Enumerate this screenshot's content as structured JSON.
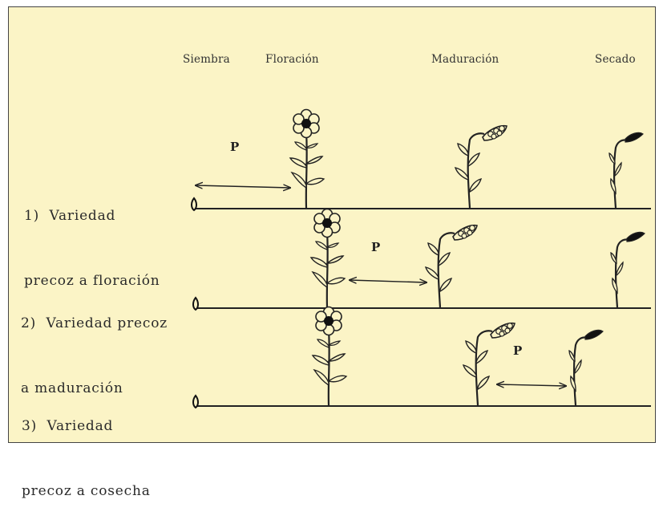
{
  "stages": [
    "Siembra",
    "Floración",
    "Maduración",
    "Secado"
  ],
  "rows": [
    {
      "label_line1": "1)  Variedad",
      "label_line2": "precoz a floración",
      "p": "P"
    },
    {
      "label_line1": "2)  Variedad precoz",
      "label_line2": "a maduración",
      "p": "P"
    },
    {
      "label_line1": "3)  Variedad",
      "label_line2": "precoz a cosecha",
      "p": "P"
    }
  ],
  "colors": {
    "background": "#fbf4c6",
    "ink": "#222222",
    "border": "#444444"
  }
}
